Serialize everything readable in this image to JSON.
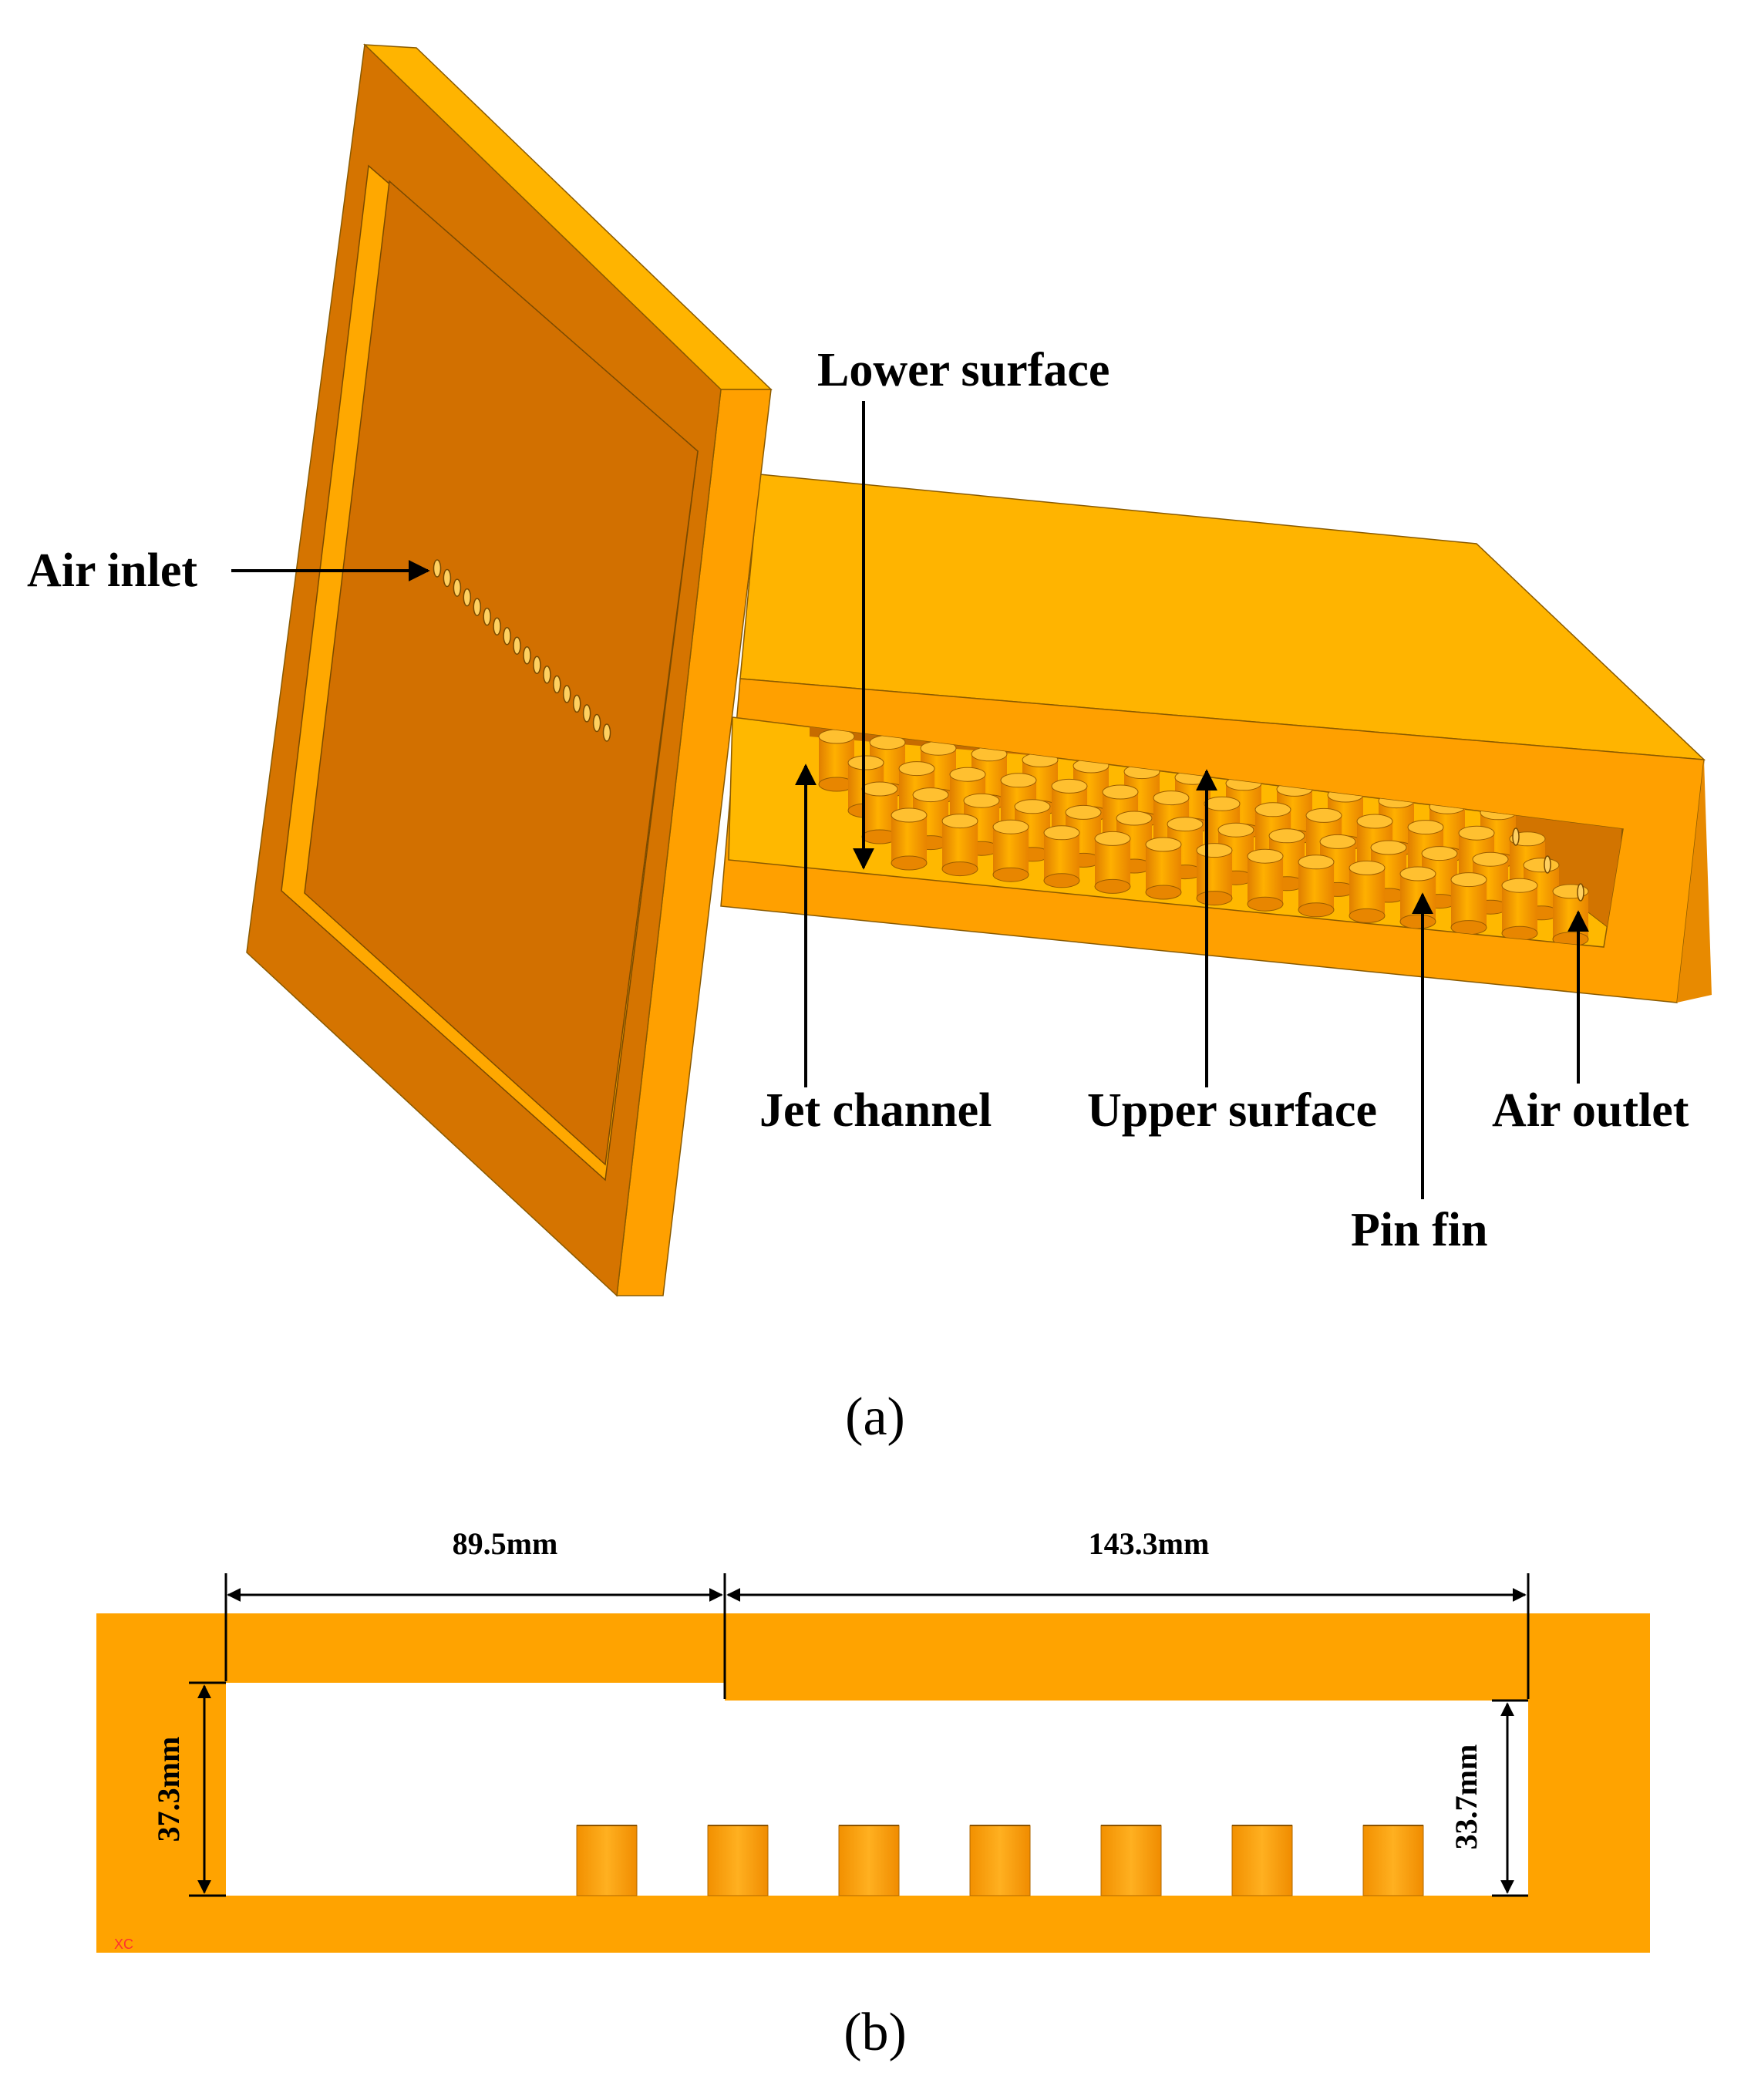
{
  "figure_a": {
    "caption": "(a)",
    "labels": {
      "lower_surface": "Lower surface",
      "air_inlet": "Air inlet",
      "jet_channel": "Jet channel",
      "upper_surface": "Upper surface",
      "air_outlet": "Air outlet",
      "pin_fin": "Pin fin"
    }
  },
  "figure_b": {
    "caption": "(b)",
    "dimensions": {
      "inlet_length": "89.5mm",
      "outlet_length": "143.3mm",
      "inlet_height": "37.3mm",
      "outlet_height": "33.7mm"
    },
    "axis_marker": "XC",
    "pin_fin_count": 7
  },
  "colors": {
    "body_top": "#FFB400",
    "body_face": "#FFA000",
    "body_dark": "#D57400",
    "pin": "#FFA000",
    "axis_marker": "#FF3030"
  }
}
